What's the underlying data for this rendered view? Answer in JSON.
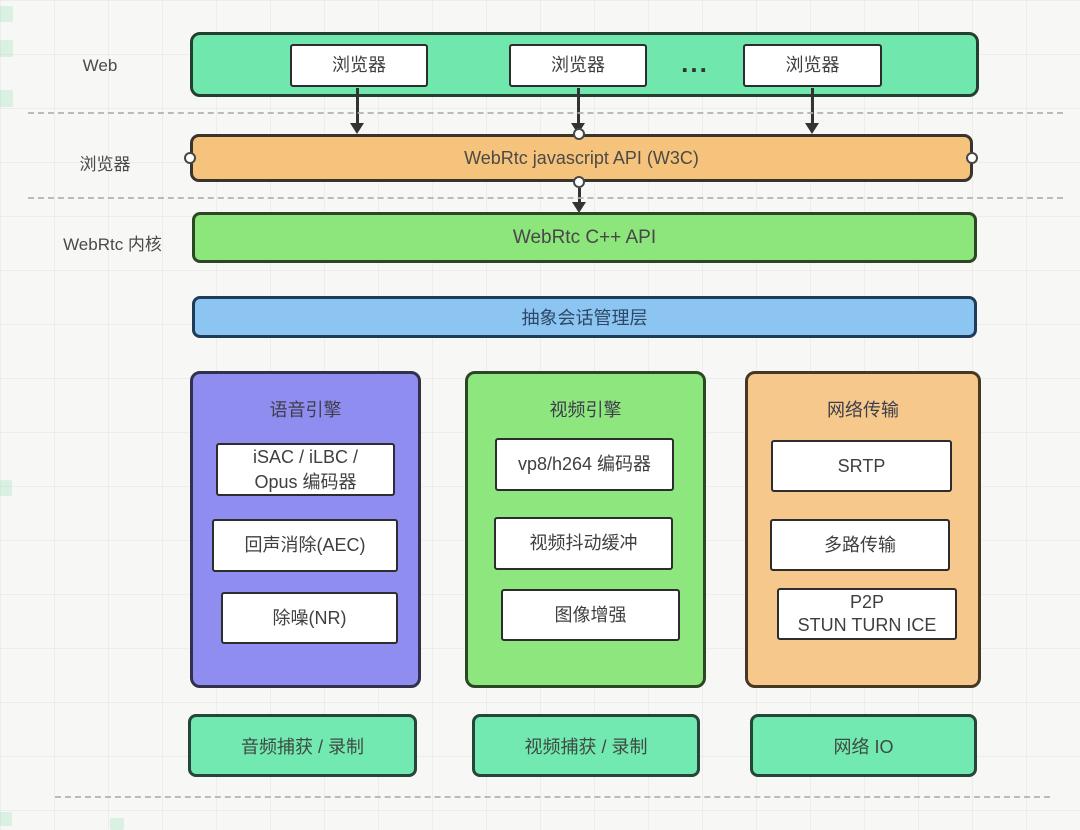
{
  "side_labels": {
    "web": "Web",
    "browser": "浏览器",
    "core": "WebRtc 内核"
  },
  "web_layer": {
    "browsers": [
      "浏览器",
      "浏览器",
      "浏览器"
    ],
    "ellipsis": "..."
  },
  "bars": {
    "js_api": "WebRtc javascript API (W3C)",
    "cpp_api": "WebRtc C++ API",
    "session": "抽象会话管理层"
  },
  "engines": [
    {
      "title": "语音引擎",
      "items": [
        "iSAC / iLBC /\nOpus 编码器",
        "回声消除(AEC)",
        "除噪(NR)"
      ]
    },
    {
      "title": "视频引擎",
      "items": [
        "vp8/h264 编码器",
        "视频抖动缓冲",
        "图像增强"
      ]
    },
    {
      "title": "网络传输",
      "items": [
        "SRTP",
        "多路传输",
        "P2P\nSTUN TURN ICE"
      ]
    }
  ],
  "io_layer": [
    "音频捕获 / 录制",
    "视频捕获 / 录制",
    "网络 IO"
  ],
  "colors": {
    "mint": "#70e7ad",
    "orange_bar": "#f6c37d",
    "green_bar": "#8de67c",
    "blue_bar": "#8cc5f1",
    "purple_panel": "#908df1",
    "green_panel": "#8ee67e",
    "orange_panel": "#f6c88c",
    "mint_bottom": "#72e9b1",
    "outline": "#2a2a2a",
    "dash_gray": "#b1b1ae"
  }
}
